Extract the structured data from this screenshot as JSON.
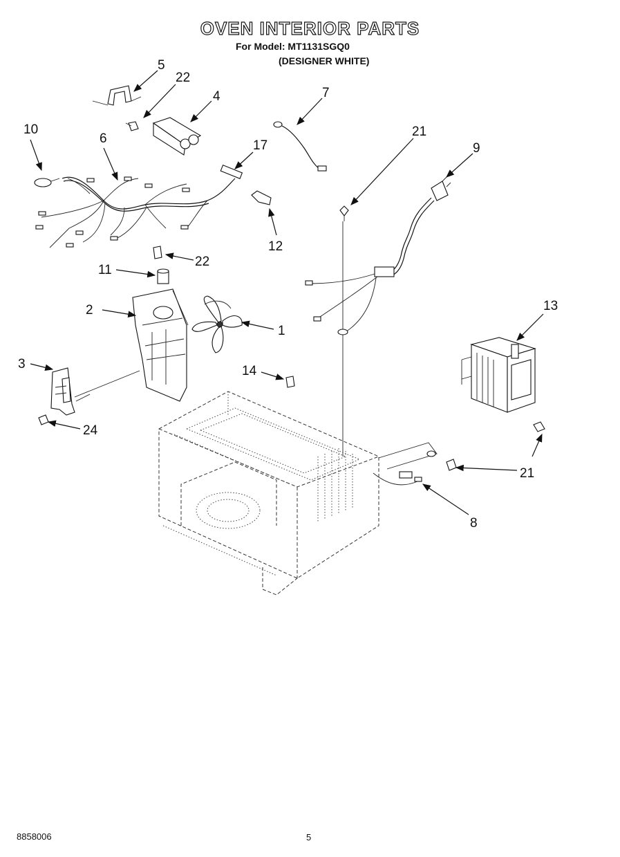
{
  "header": {
    "title": "OVEN INTERIOR PARTS",
    "model_line": "For Model: MT1131SGQ0",
    "color_line": "(DESIGNER WHITE)"
  },
  "callouts": {
    "c1": "1",
    "c2": "2",
    "c3": "3",
    "c4": "4",
    "c5": "5",
    "c6": "6",
    "c7": "7",
    "c8": "8",
    "c9": "9",
    "c10": "10",
    "c11": "11",
    "c12": "12",
    "c13": "13",
    "c14": "14",
    "c17": "17",
    "c21a": "21",
    "c21b": "21",
    "c22a": "22",
    "c22b": "22",
    "c24": "24"
  },
  "footer": {
    "doc_number": "8858006",
    "page_number": "5"
  }
}
